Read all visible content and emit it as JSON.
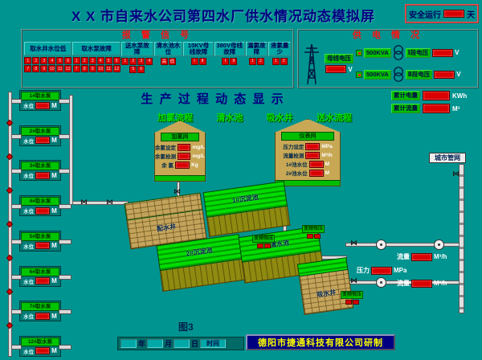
{
  "colors": {
    "background": "#009490",
    "title_navy": "#000080",
    "alarm_red": "#D80000",
    "label_green": "#00BE00",
    "tank_green": "#00DC00",
    "wall_tan": "#C8A855",
    "company_yellow": "#FFFF00"
  },
  "icons": {
    "valve": "⋈"
  },
  "header": {
    "title": "X X 市自来水公司第四水厂供水情况动态模拟屏",
    "safety": {
      "label": "安全运行",
      "unit": "天"
    }
  },
  "alarm_panel": {
    "title": "报 警 信 号",
    "groups": [
      {
        "label": "取水井水位低",
        "cells": [
          "1",
          "2",
          "3",
          "4",
          "5",
          "6",
          "7",
          "8",
          "9",
          "10",
          "11",
          "12"
        ]
      },
      {
        "label": "取水泵故障",
        "cells": [
          "1",
          "2",
          "3",
          "4",
          "5",
          "6",
          "7",
          "8",
          "9",
          "10",
          "11",
          "12"
        ]
      },
      {
        "label": "送水泵故障",
        "cells": [
          "1",
          "2",
          "3",
          "4",
          "5",
          "6"
        ]
      },
      {
        "label": "清水池水位",
        "cells": [
          "高",
          "低"
        ]
      },
      {
        "label": "10KV母线故障",
        "cells": [
          "Ⅰ",
          "Ⅱ"
        ]
      },
      {
        "label": "380V母线故障",
        "cells": [
          "Ⅰ",
          "Ⅱ"
        ]
      },
      {
        "label": "漏氯故障",
        "cells": [
          "1",
          "2"
        ]
      },
      {
        "label": "液氯量少",
        "cells": [
          "1",
          "2"
        ]
      }
    ]
  },
  "power_panel": {
    "title": "供 电 情 况",
    "bus_voltage": {
      "label": "母线电压",
      "unit": "V"
    },
    "feeders": [
      {
        "transformer": "500KVA",
        "section": "Ⅰ段电压",
        "unit": "V"
      },
      {
        "transformer": "500KVA",
        "section": "Ⅱ段电压",
        "unit": "V"
      }
    ]
  },
  "totals": [
    {
      "label": "累计电量",
      "unit": "KWh"
    },
    {
      "label": "累计流量",
      "unit": "M³"
    }
  ],
  "main": {
    "title": "生 产 过 程 动 态 显 示",
    "stages": [
      "加氯流程",
      "清水池",
      "吸水井",
      "送水流程"
    ]
  },
  "pumps": {
    "items": [
      {
        "name": "1#取水泵",
        "level_label": "水位",
        "level_unit": "M"
      },
      {
        "name": "2#取水泵",
        "level_label": "水位",
        "level_unit": "M"
      },
      {
        "name": "3#取水泵",
        "level_label": "水位",
        "level_unit": "M"
      },
      {
        "name": "4#取水泵",
        "level_label": "水位",
        "level_unit": "M"
      },
      {
        "name": "5#取水泵",
        "level_label": "水位",
        "level_unit": "M"
      },
      {
        "name": "6#取水泵",
        "level_label": "水位",
        "level_unit": "M"
      },
      {
        "name": "7#取水泵",
        "level_label": "水位",
        "level_unit": "M"
      },
      {
        "name": "12#取水泵",
        "level_label": "水位",
        "level_unit": "M"
      }
    ]
  },
  "houses": [
    {
      "name": "加氯间",
      "rows": [
        {
          "label": "余氯设定",
          "unit": "mg/L"
        },
        {
          "label": "余氯检测",
          "unit": "mg/L"
        },
        {
          "label": "余 氯",
          "unit": "Kg"
        }
      ]
    },
    {
      "name": "仪表间",
      "rows": [
        {
          "label": "压力设定",
          "unit": "MPa"
        },
        {
          "label": "流量检测",
          "unit": "M³/h"
        },
        {
          "label": "1#池水位",
          "unit": "M"
        },
        {
          "label": "2#池水位",
          "unit": "M"
        }
      ]
    }
  ],
  "tanks": [
    {
      "name": "配水井"
    },
    {
      "name": "1#沉淀池"
    },
    {
      "name": "2#沉淀池"
    },
    {
      "name": "清水池"
    },
    {
      "name": "吸水井"
    }
  ],
  "status_boxes": [
    {
      "label": "变频恒压"
    },
    {
      "label": "变频恒压"
    },
    {
      "label": "变频恒压"
    }
  ],
  "instruments": [
    {
      "label": "流量",
      "unit": "M³/h"
    },
    {
      "label": "压力",
      "unit": "MPa"
    },
    {
      "label": "流量",
      "unit": "M³/h"
    }
  ],
  "network_label": "城市管网",
  "footer": {
    "figure": "图3",
    "date": {
      "year_label": "年",
      "month_label": "月",
      "day_label": "日",
      "time_label": "时间"
    },
    "company": "德阳市捷通科技有限公司研制"
  }
}
